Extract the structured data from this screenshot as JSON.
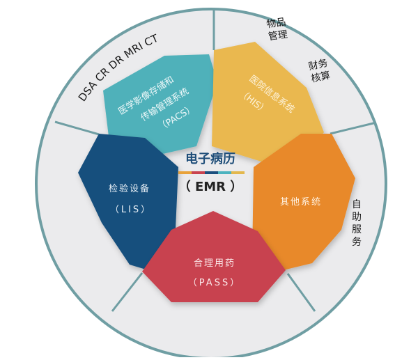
{
  "center": {
    "title": "电子病历",
    "subtitle": "（ EMR ）",
    "title_color": "#1f4e79",
    "stripe_colors": [
      "#e8a23a",
      "#c9434f",
      "#1a4f7e",
      "#4cb3bf",
      "#e3b84e"
    ]
  },
  "outer_ring": {
    "stroke_color": "#6f9ea3",
    "fill_color": "#ebebed"
  },
  "modules": [
    {
      "id": "pacs",
      "line1": "医学影像存储和",
      "line2": "传输管理系统",
      "line3": "（PACS）",
      "color": "#4fb1ba"
    },
    {
      "id": "his",
      "line1": "医院信息系统",
      "line2": "（HIS）",
      "color": "#eab84f"
    },
    {
      "id": "other",
      "line1": "其他系统",
      "color": "#e8892c"
    },
    {
      "id": "pass",
      "line1": "合理用药",
      "line2": "（PASS）",
      "color": "#c8424f"
    },
    {
      "id": "lis",
      "line1": "检验设备",
      "line2": "（LIS）",
      "color": "#174f7d"
    }
  ],
  "ring_labels": {
    "imaging_devices": "DSA  CR  DR  MRI  CT",
    "goods_management": [
      "物品",
      "管理"
    ],
    "financial_accounting": [
      "财务",
      "核算"
    ],
    "self_service": [
      "自",
      "助",
      "服",
      "务"
    ]
  }
}
